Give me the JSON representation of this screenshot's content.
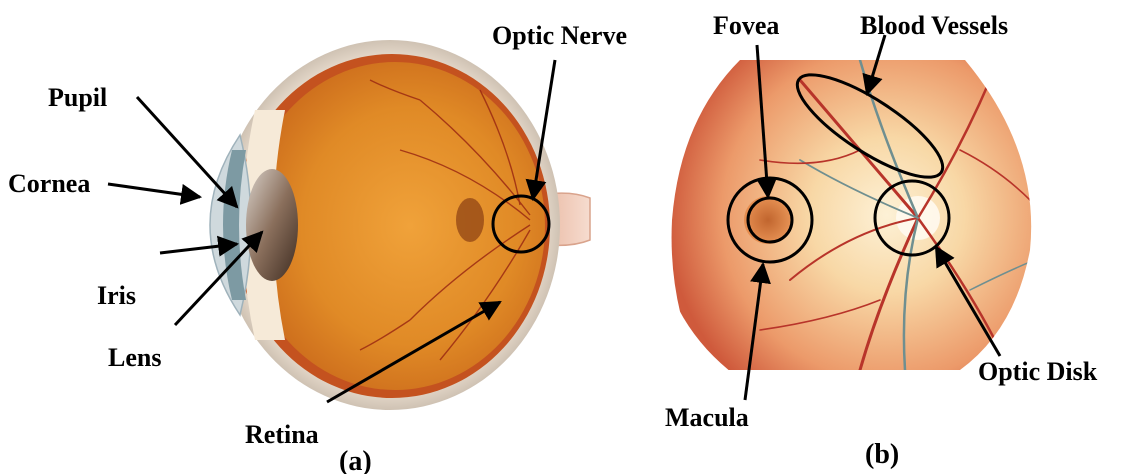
{
  "panel_a": {
    "caption": "(a)",
    "labels": {
      "pupil": "Pupil",
      "cornea": "Cornea",
      "iris": "Iris",
      "lens": "Lens",
      "retina": "Retina",
      "optic_nerve": "Optic Nerve"
    }
  },
  "panel_b": {
    "caption": "(b)",
    "labels": {
      "fovea": "Fovea",
      "blood_vessels": "Blood Vessels",
      "macula": "Macula",
      "optic_disk": "Optic Disk"
    }
  }
}
